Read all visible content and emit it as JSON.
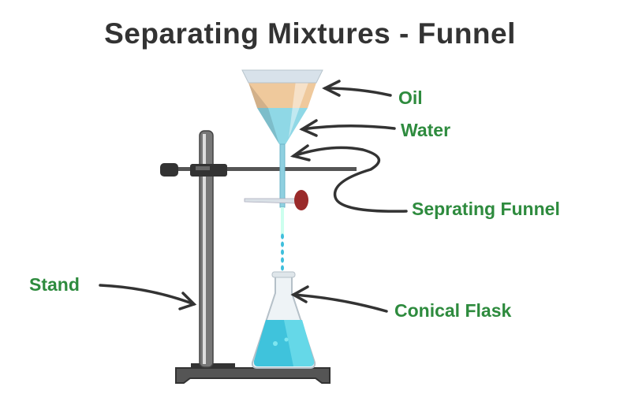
{
  "title": "Separating Mixtures - Funnel",
  "labels": {
    "oil": "Oil",
    "water": "Water",
    "separating_funnel": "Seprating Funnel",
    "stand": "Stand",
    "conical_flask": "Conical Flask"
  },
  "colors": {
    "label": "#2e8b3e",
    "title": "#333333",
    "oil": "#efc99c",
    "water": "#8fd8e6",
    "flask_liquid": "#3fc3dc",
    "stopcock": "#9a2a2a"
  }
}
